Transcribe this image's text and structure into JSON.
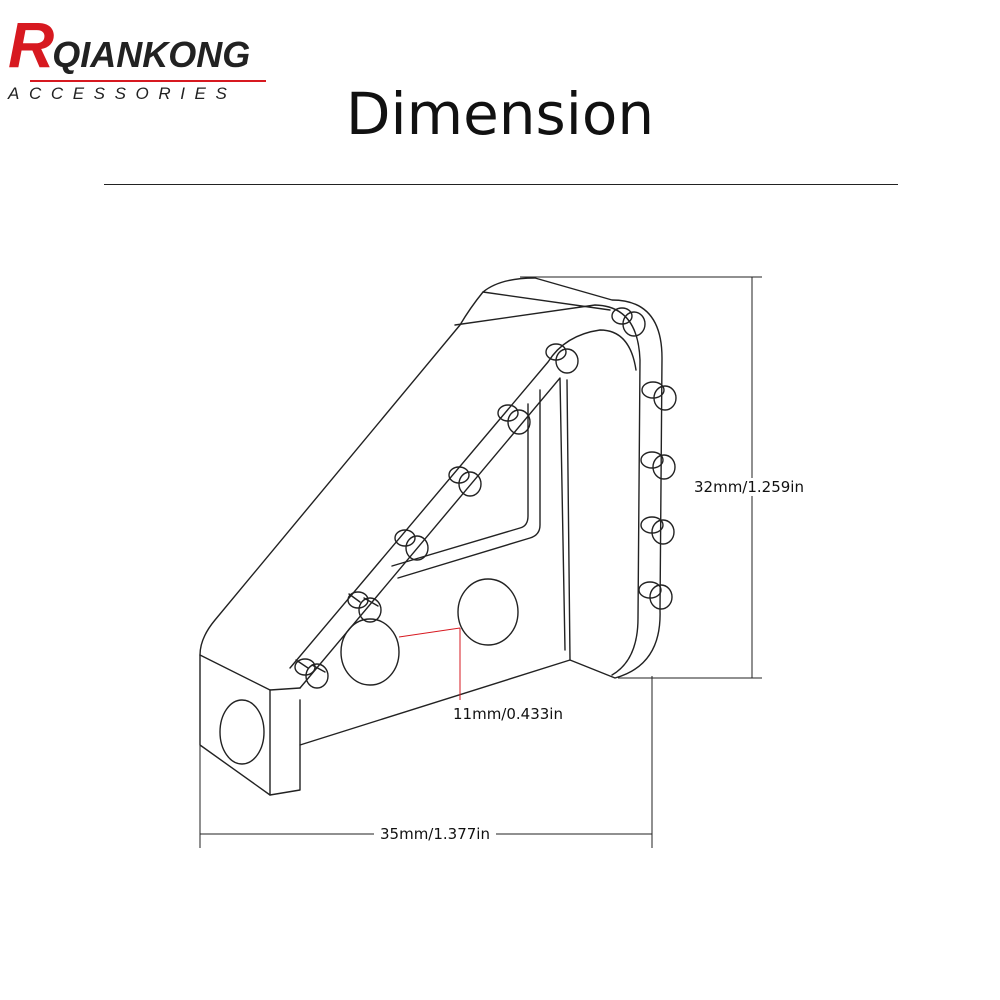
{
  "brand": {
    "logo_initial": "R",
    "logo_rest": "QIANKONG",
    "logo_sub": "ACCESSORIES",
    "accent_color": "#d71920"
  },
  "title": "Dimension",
  "dimensions": {
    "height": "32mm/1.259in",
    "hole": "11mm/0.433in",
    "width": "35mm/1.377in"
  }
}
